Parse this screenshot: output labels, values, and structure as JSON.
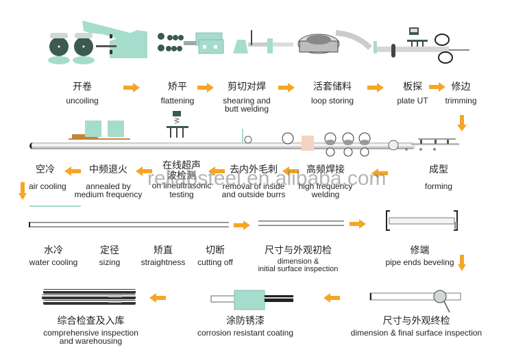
{
  "colors": {
    "machine_green": "#a6dccb",
    "machine_dark": "#3c5a4f",
    "arrow_orange": "#f5a623",
    "pipe_grey": "#8c8c8c",
    "text": "#222222"
  },
  "watermark": "reliabsteel.en.alibaba.com",
  "row1": [
    {
      "zh": "开卷",
      "en": "uncoiling"
    },
    {
      "zh": "矫平",
      "en": "flattening"
    },
    {
      "zh": "剪切对焊",
      "en": "shearing and\nbutt welding"
    },
    {
      "zh": "活套储料",
      "en": "loop storing"
    },
    {
      "zh": "板探",
      "en": "plate UT"
    },
    {
      "zh": "修边",
      "en": "trimming"
    }
  ],
  "row2": [
    {
      "zh": "空冷",
      "en": "air cooling"
    },
    {
      "zh": "中频退火",
      "en": "annealed by\nmedium frequency"
    },
    {
      "zh": "在线超声\n波检测",
      "en": "on lineultrasonic\ntesting"
    },
    {
      "zh": "去内外毛刺",
      "en": "removal of inside\nand outside burrs"
    },
    {
      "zh": "高频焊接",
      "en": "high frequency\nwelding"
    },
    {
      "zh": "成型",
      "en": "forming"
    }
  ],
  "row3": [
    {
      "zh": "水冷",
      "en": "water cooling"
    },
    {
      "zh": "定径",
      "en": "sizing"
    },
    {
      "zh": "矫直",
      "en": "straightness"
    },
    {
      "zh": "切断",
      "en": "cutting off"
    },
    {
      "zh": "尺寸与外观初检",
      "en": "dimension &\ninitial surface inspection"
    },
    {
      "zh": "修端",
      "en": "pipe ends beveling"
    }
  ],
  "row4": [
    {
      "zh": "综合检查及入库",
      "en": "comprehensive inspection\nand warehousing"
    },
    {
      "zh": "涂防锈漆",
      "en": "corrosion resistant coating"
    },
    {
      "zh": "尺寸与外观终检",
      "en": "dimension & final surface inspection"
    }
  ],
  "icons": {
    "arrow": "arrow-icon",
    "uncoiler": "uncoiler-machine-icon",
    "flattener": "flattener-rollers-icon",
    "welder": "shear-butt-welder-icon",
    "loop": "loop-accumulator-icon",
    "ut": "ultrasonic-probe-icon",
    "trimmer": "trimming-rollers-icon"
  }
}
